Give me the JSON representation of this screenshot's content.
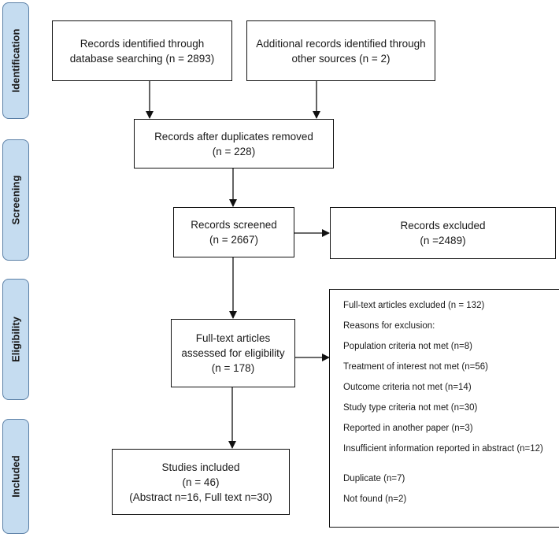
{
  "phases": {
    "identification": "Identification",
    "screening": "Screening",
    "eligibility": "Eligibility",
    "included": "Included"
  },
  "boxes": {
    "database_search": {
      "line1": "Records identified through",
      "line2": "database searching (n = 2893)"
    },
    "other_sources": {
      "line1": "Additional records identified through",
      "line2": "other sources (n = 2)"
    },
    "duplicates_removed": {
      "line1": "Records after duplicates removed",
      "line2": "(n = 228)"
    },
    "records_screened": {
      "line1": "Records screened",
      "line2": "(n = 2667)"
    },
    "records_excluded": {
      "line1": "Records excluded",
      "line2": "(n =2489)"
    },
    "fulltext_assessed": {
      "line1": "Full-text articles",
      "line2": "assessed for eligibility",
      "line3": "(n = 178)"
    },
    "studies_included": {
      "line1": "Studies included",
      "line2": "(n = 46)",
      "line3": "(Abstract n=16, Full text n=30)"
    }
  },
  "exclusions": {
    "heading": "Full-text articles excluded (n = 132)",
    "reasons_label": "Reasons for exclusion:",
    "items": [
      "Population criteria not met (n=8)",
      "Treatment of interest not met (n=56)",
      "Outcome criteria not met (n=14)",
      "Study type criteria not met (n=30)",
      "Reported in another paper (n=3)",
      "Insufficient information reported in abstract (n=12)",
      "Duplicate (n=7)",
      "Not found (n=2)"
    ]
  }
}
